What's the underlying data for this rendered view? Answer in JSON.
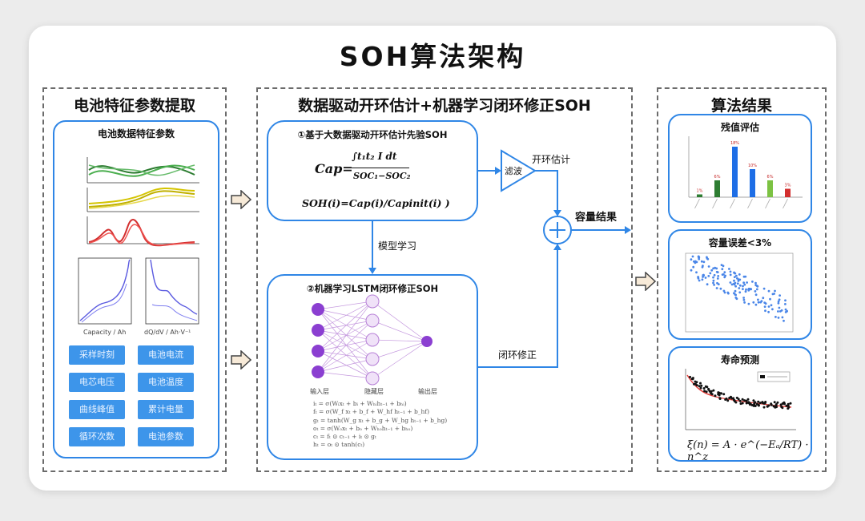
{
  "title": "SOH算法架构",
  "left": {
    "title": "电池特征参数提取",
    "subtitle": "电池数据特征参数",
    "features": [
      "采样时刻",
      "电池电流",
      "电芯电压",
      "电池温度",
      "曲线峰值",
      "累计电量",
      "循环次数",
      "电池参数"
    ],
    "chart_labels": [
      "Capacity / Ah",
      "dQ/dV / Ah·V⁻¹"
    ]
  },
  "middle": {
    "title": "数据驱动开环估计+机器学习闭环修正SOH",
    "top_box": {
      "title": "①基于大数据驱动开环估计先验SOH",
      "cap_lhs": "Cap=",
      "cap_num": "∫t₁t₂ I dt",
      "cap_den": "SOC₁−SOC₂",
      "soh_formula": "SOH(i)=Cap(i)/Capinit(i) )"
    },
    "filter_label": "滤波",
    "open_loop_label": "开环估计",
    "capacity_result_label": "容量结果",
    "model_learning_label": "模型学习",
    "closed_loop_label": "闭环修正",
    "bottom_box": {
      "title": "②机器学习LSTM闭环修正SOH",
      "layer_labels": [
        "输入层",
        "隐藏层",
        "输出层"
      ],
      "equations": "iₜ = σ(Wᵢxₜ + bᵢ + Wₕᵢhₜ₋₁ + bₕᵢ)\nfₜ = σ(W_f xₜ + b_f + W_hf hₜ₋₁ + b_hf)\ngₜ = tanh(W_g xₜ + b_g + W_hg hₜ₋₁ + b_hg)\noₜ = σ(Wₒxₜ + bₒ + Wₕₒhₜ₋₁ + bₕₒ)\ncₜ = fₜ ⊙ cₜ₋₁ + iₜ ⊙ gₜ\nhₜ = oₜ ⊙ tanh(cₜ)"
    }
  },
  "right": {
    "title": "算法结果",
    "residual": {
      "title": "残值评估",
      "bar_labels": [
        "1%",
        "6%",
        "18%",
        "10%",
        "6%",
        "3%"
      ],
      "bar_values": [
        1,
        6,
        18,
        10,
        6,
        3
      ],
      "bar_colors": [
        "#2e7d32",
        "#2e7d32",
        "#1e6ee6",
        "#1e6ee6",
        "#7cc243",
        "#d32f2f"
      ]
    },
    "error": {
      "title": "容量误差<3%"
    },
    "life": {
      "title": "寿命预测",
      "formula": "ξ(n) = A · e^(−Eₐ/RT) · n^z"
    }
  }
}
